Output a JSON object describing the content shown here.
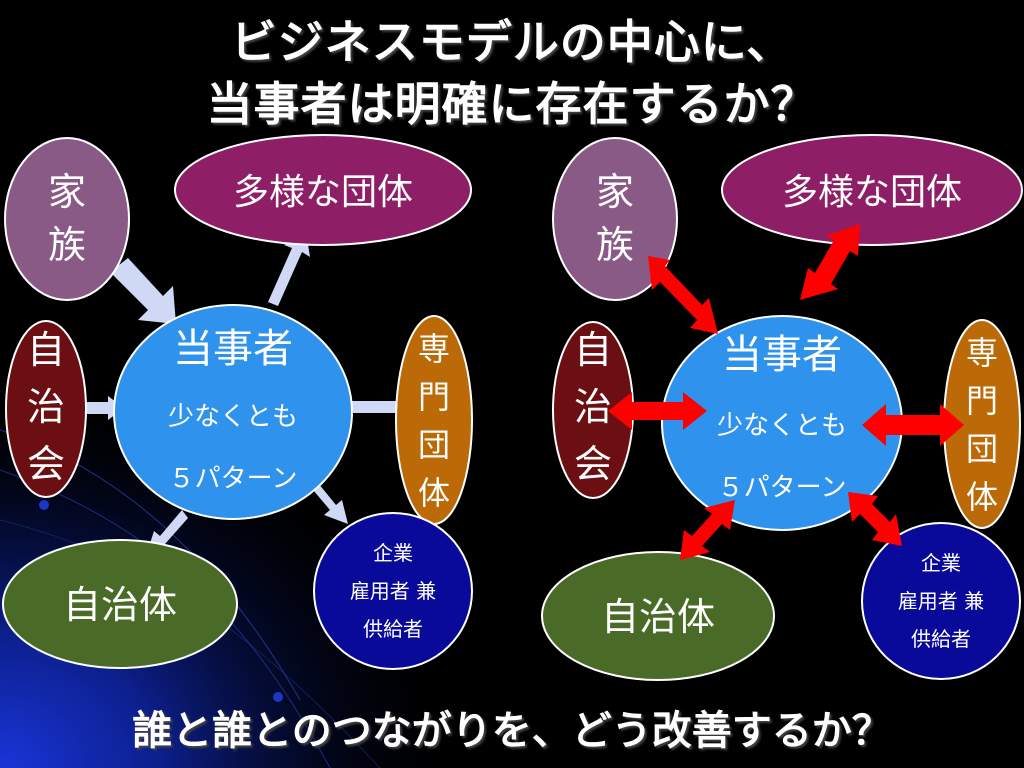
{
  "title": {
    "line1": "ビジネスモデルの中心に、",
    "line2": "当事者は明確に存在するか？"
  },
  "footer": "誰と誰とのつながりを、どう改善するか？",
  "nodes": {
    "family": [
      "家",
      "族"
    ],
    "diverse_groups": "多様な団体",
    "center_title": "当事者",
    "center_line1": "少なくとも",
    "center_line2": "５パターン",
    "neighborhood": [
      "自",
      "治",
      "会"
    ],
    "specialist": [
      "専",
      "門",
      "団",
      "体"
    ],
    "municipality": "自治体",
    "company": [
      "企業",
      "雇用者 兼",
      "供給者"
    ]
  },
  "colors": {
    "background": "#000000",
    "family": "#8a5a86",
    "diverse_groups": "#8e1f66",
    "center": "#2f93ee",
    "neighborhood": "#6b0f12",
    "specialist": "#bb6a07",
    "municipality": "#4a6a27",
    "company": "#0a0a9a",
    "arrow_weak": "#cfd9f5",
    "arrow_strong": "#ff0000"
  }
}
